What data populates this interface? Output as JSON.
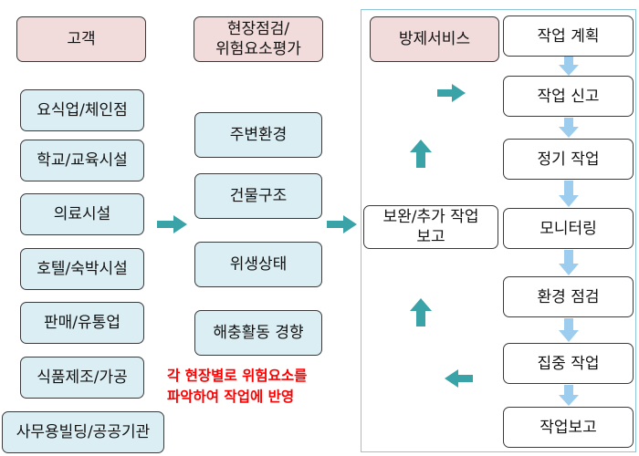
{
  "headers": {
    "customer": "고객",
    "inspection": "현장점검/\n위험요소평가",
    "service": "방제서비스"
  },
  "customers": [
    "요식업/체인점",
    "학교/교육시설",
    "의료시설",
    "호텔/숙박시설",
    "판매/유통업",
    "식품제조/가공",
    "사무용빌딩/공공기관"
  ],
  "inspection_items": [
    "주변환경",
    "건물구조",
    "위생상태",
    "해충활동 경향"
  ],
  "note": "각 현장별로 위험요소를\n파악하여 작업에 반영",
  "service_steps": [
    "작업 계획",
    "작업 신고",
    "정기 작업",
    "모니터링",
    "환경 점검",
    "집중 작업",
    "작업보고"
  ],
  "feedback": "보완/추가 작업\n보고",
  "colors": {
    "arrow_teal": "#3aa3a8",
    "arrow_light_blue": "#9ccdef",
    "header_pink": "#f2dcdb",
    "box_blue": "#dbeef4",
    "note_red": "#ff0000"
  }
}
